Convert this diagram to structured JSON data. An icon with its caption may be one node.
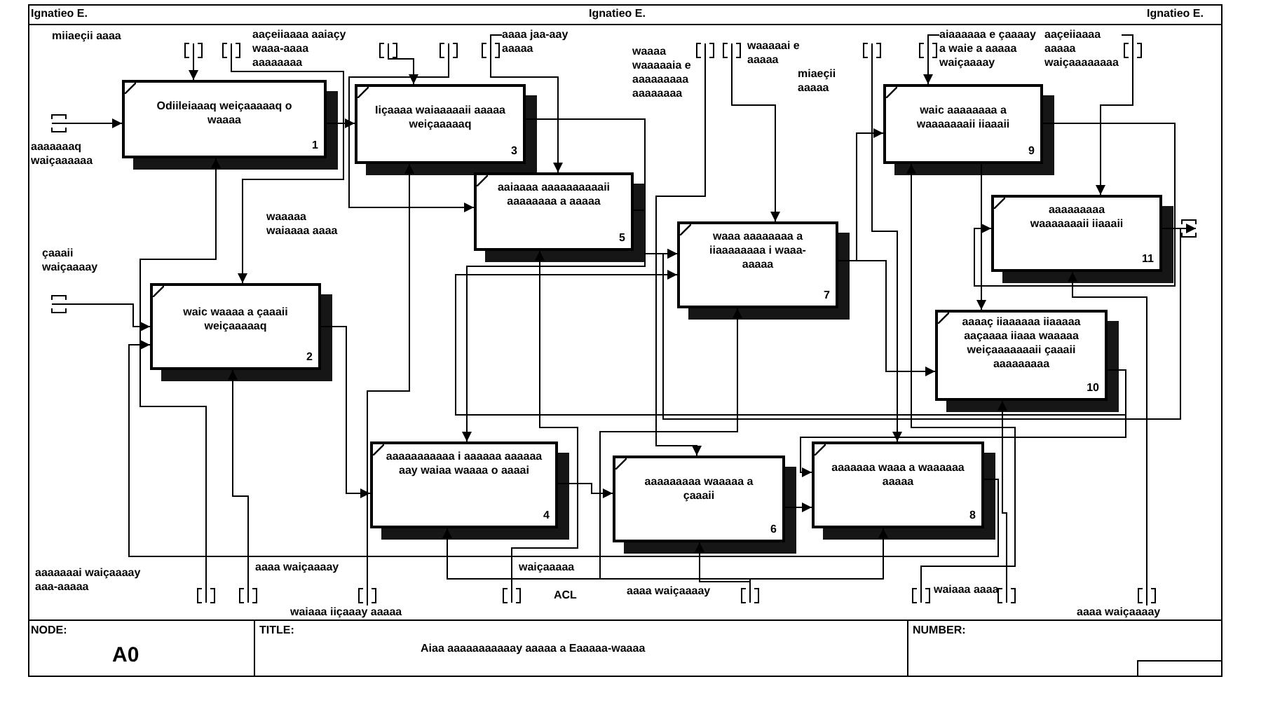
{
  "diagram": {
    "title": "Aiaa aaaaaaaaaaay aaaaa a Eaaaaa-waaaa",
    "nodes": [
      {
        "text": [
          "Odiileiaaaq weiçaaaaaq o waaaa",
          "1"
        ]
      },
      {
        "text": [
          "waic waaaa a çaaaii weiçaaaaaq",
          "2"
        ]
      },
      {
        "text": [
          "Iiçaaaa waiaaaaaii aaaaa weiçaaaaaq",
          "3"
        ]
      },
      {
        "text": [
          "aaaaaaaaaaa i aaaaaa aaaaaa aay waiaa waaaa o aaaai",
          "4"
        ]
      },
      {
        "text": [
          "aaiaaaa aaaaaaaaaaii aaaaaaaa a aaaaa",
          "5"
        ]
      },
      {
        "text": [
          "aaaaaaaaa waaaaa a çaaaii",
          "6"
        ]
      },
      {
        "text": [
          "waaa aaaaaaaa a iiaaaaaaaa i waaa-aaaaa",
          "7"
        ]
      },
      {
        "text": [
          "aaaaaaa waaa a waaaaaa aaaaa",
          "8"
        ]
      },
      {
        "text": [
          "waic aaaaaaaa a waaaaaaaii iiaaaii",
          "9"
        ]
      },
      {
        "text": [
          "aaaaç iiaaaaaa iiaaaaa aaçaaaa iiaaa waaaaa weiçaaaaaaaii çaaaii aaaaaaaaa",
          "10"
        ]
      },
      {
        "text": [
          "aaaaaaaaa waaaaaaaii iiaaaii",
          "11"
        ]
      },
      {
        "text": [
          "aaaa jaa-aay aaaaa"
        ]
      },
      {
        "text": [
          "aiaaaaaa e çaaaay a waie a aaaaa waiçaaaay"
        ]
      },
      {
        "text": [
          "aaçeiiaaaa aaaaa waiçaaaaaaaa"
        ]
      },
      {
        "text": [
          "waiaaa iiçaaay aaaaa"
        ]
      },
      {
        "text": [
          "aaaa waiçaaaay"
        ]
      }
    ],
    "edges": [
      {
        "from": null,
        "to": 0,
        "arrow": "to"
      },
      {
        "from": null,
        "to": 0,
        "arrow": "to"
      },
      {
        "from": null,
        "to": 0,
        "arrow": "to"
      },
      {
        "from": 0,
        "to": 2,
        "arrow": "to"
      },
      {
        "from": null,
        "to": 2,
        "arrow": "to"
      },
      {
        "from": 14,
        "to": 2,
        "arrow": "to"
      },
      {
        "from": null,
        "to": 1,
        "arrow": "to"
      },
      {
        "from": null,
        "to": 1,
        "arrow": "to"
      },
      {
        "from": 7,
        "to": 1,
        "arrow": "to"
      },
      {
        "from": null,
        "to": 1,
        "arrow": "to"
      },
      {
        "from": 1,
        "to": 3,
        "arrow": "to"
      },
      {
        "from": null,
        "to": 4,
        "arrow": "to"
      },
      {
        "from": 11,
        "to": 4,
        "arrow": "to"
      },
      {
        "from": null,
        "to": 4,
        "arrow": "to"
      },
      {
        "from": 2,
        "to": 6,
        "arrow": "to"
      },
      {
        "from": 2,
        "to": 3,
        "arrow": "to"
      },
      {
        "from": 4,
        "to": 6,
        "arrow": "to"
      },
      {
        "from": 10,
        "to": 6,
        "arrow": "to"
      },
      {
        "from": 9,
        "to": 6,
        "arrow": "to"
      },
      {
        "from": null,
        "to": 6,
        "arrow": "to"
      },
      {
        "from": null,
        "to": 6,
        "arrow": "to"
      },
      {
        "from": 6,
        "to": 8,
        "arrow": "to"
      },
      {
        "from": 6,
        "to": 9,
        "arrow": "to"
      },
      {
        "from": 12,
        "to": 8,
        "arrow": "to"
      },
      {
        "from": null,
        "to": 8,
        "arrow": "to"
      },
      {
        "from": 8,
        "to": 10,
        "arrow": "to"
      },
      {
        "from": 8,
        "to": 9,
        "arrow": "to"
      },
      {
        "from": 13,
        "to": 10,
        "arrow": "to"
      },
      {
        "from": 15,
        "to": 10,
        "arrow": "to"
      },
      {
        "from": 10,
        "to": null,
        "arrow": "to"
      },
      {
        "from": null,
        "to": 9,
        "arrow": "to"
      },
      {
        "from": 9,
        "to": 7,
        "arrow": "to"
      },
      {
        "from": 3,
        "to": 5,
        "arrow": "to"
      },
      {
        "from": null,
        "to": 3,
        "arrow": "to"
      },
      {
        "from": null,
        "to": 5,
        "arrow": "to"
      },
      {
        "from": null,
        "to": 5,
        "arrow": "to"
      },
      {
        "from": 5,
        "to": 7,
        "arrow": "to"
      },
      {
        "from": null,
        "to": 7,
        "arrow": "to"
      },
      {
        "from": null,
        "to": 7,
        "arrow": "to"
      }
    ],
    "labels": [
      "Ignatieo E.",
      "Ignatieo E.",
      "Ignatieo E.",
      "miiaeçii aaaa",
      "aaçeiiaaaa aaiaçy waaa-aaaa aaaaaaaa",
      "waaaa waaaaaia e aaaaaaaaa aaaaaaaa",
      "waaaaai e aaaaa",
      "miaeçii aaaaa",
      "aaaaaaaq waiçaaaaaa",
      "waaaaa waiaaaa aaaa",
      "çaaaii waiçaaaay",
      "aaaaaaai waiçaaaay aaa-aaaaa",
      "aaaa waiçaaaay",
      "waiçaaaaa",
      "ACL",
      "aaaa waiçaaaay",
      "waiaaa aaaa",
      "NODE:",
      "TITLE:",
      "NUMBER:",
      "A0"
    ]
  }
}
